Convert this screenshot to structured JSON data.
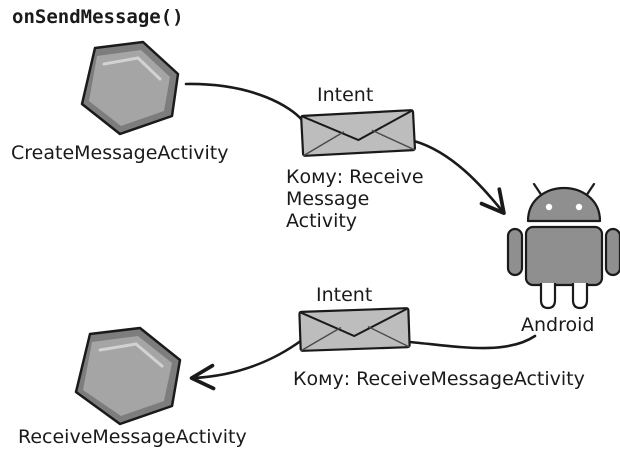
{
  "method_call": "onSendMessage()",
  "sender": {
    "name": "CreateMessageActivity",
    "icon": "hexagon-icon"
  },
  "outgoing_intent": {
    "label": "Intent",
    "recipient_lines": [
      "Кому: Receive",
      "Message",
      "Activity"
    ],
    "icon": "envelope-icon"
  },
  "system": {
    "name": "Android",
    "icon": "android-robot-icon"
  },
  "incoming_intent": {
    "label": "Intent",
    "recipient": "Кому: ReceiveMessageActivity",
    "icon": "envelope-icon"
  },
  "receiver": {
    "name": "ReceiveMessageActivity",
    "icon": "hexagon-icon"
  },
  "colors": {
    "shape_fill": "#9a9a9a",
    "shape_fill_light": "#c9c9c9",
    "stroke": "#1a1a1a"
  }
}
